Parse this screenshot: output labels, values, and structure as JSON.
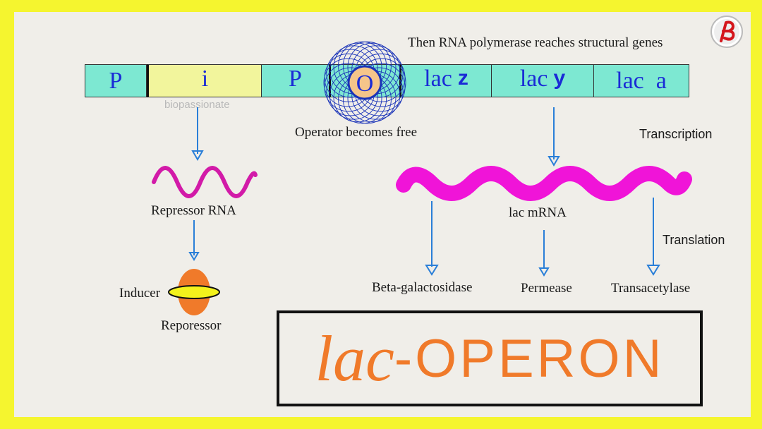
{
  "header_text": "Then RNA polymerase reaches structural genes",
  "genes": {
    "p1": "P",
    "i": "i",
    "p2": "P",
    "o": "O",
    "z_prefix": "lac",
    "z_letter": "z",
    "y_prefix": "lac",
    "y_letter": "y",
    "a": "lac  a"
  },
  "watermark": "biopassionate",
  "labels": {
    "operator_free": "Operator becomes free",
    "transcription": "Transcription",
    "translation": "Translation",
    "repressor_rna": "Repressor RNA",
    "inducer": "Inducer",
    "repressor": "Reporessor",
    "lac_mrna": "lac mRNA",
    "beta_gal": "Beta-galactosidase",
    "permease": "Permease",
    "transacetylase": "Transacetylase"
  },
  "title": {
    "italic": "lac",
    "main": "-OPERON"
  },
  "colors": {
    "border": "#f5f52f",
    "background": "#f0eee9",
    "segment_cyan": "#7de8d2",
    "segment_yellow": "#f2f59c",
    "gene_text": "#1a2bd6",
    "arrow": "#2a7fd8",
    "mrna": "#f014d8",
    "repressor_rna": "#d21aa8",
    "repressor_body": "#f07a2a",
    "inducer": "#f3f21c",
    "title": "#f07a2a",
    "operator_circles": "#1a33b8"
  },
  "logo_icon": "biopassionate-logo"
}
